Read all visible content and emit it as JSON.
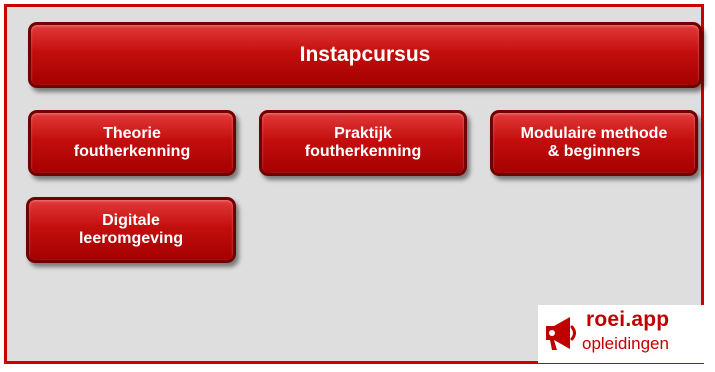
{
  "main_button": {
    "label": "Instapcursus"
  },
  "menu": {
    "items": [
      {
        "label": "Theorie\nfoutherkenning"
      },
      {
        "label": "Praktijk\nfoutherkenning"
      },
      {
        "label": "Modulaire methode\n& beginners"
      },
      {
        "label": "Digitale\nleeromgeving"
      }
    ]
  },
  "logo": {
    "title": "roei.app",
    "subtitle": "opleidingen",
    "icon": "megaphone-icon"
  },
  "colors": {
    "accent": "#cc0000",
    "button_top": "#e33a3a",
    "button_bottom": "#a40000",
    "background": "#dedede"
  }
}
